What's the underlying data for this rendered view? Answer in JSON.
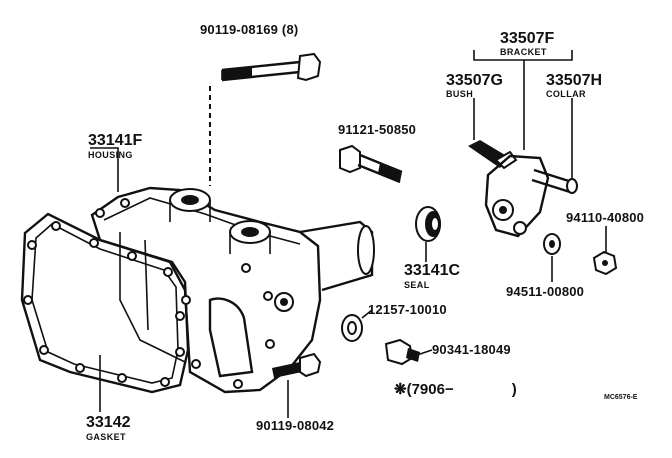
{
  "parts": {
    "bolt_top": "90119-08169 (8)",
    "housing_no": "33141F",
    "housing_name": "HOUSING",
    "gasket_no": "33142",
    "gasket_name": "GASKET",
    "bolt_bottom": "90119-08042",
    "bolt_mid": "91121-50850",
    "seal_no": "33141C",
    "seal_name": "SEAL",
    "washer": "12157-10010",
    "plug": "90341-18049",
    "bracket_no": "33507F",
    "bracket_name": "BRACKET",
    "bush_no": "33507G",
    "bush_name": "BUSH",
    "collar_no": "33507H",
    "collar_name": "COLLAR",
    "nut": "94110-40800",
    "lock_washer": "94511-00800"
  },
  "legend": {
    "mark": "❋",
    "text": "(7906−",
    "close": ")"
  },
  "diagram_code": "MC6576-E"
}
